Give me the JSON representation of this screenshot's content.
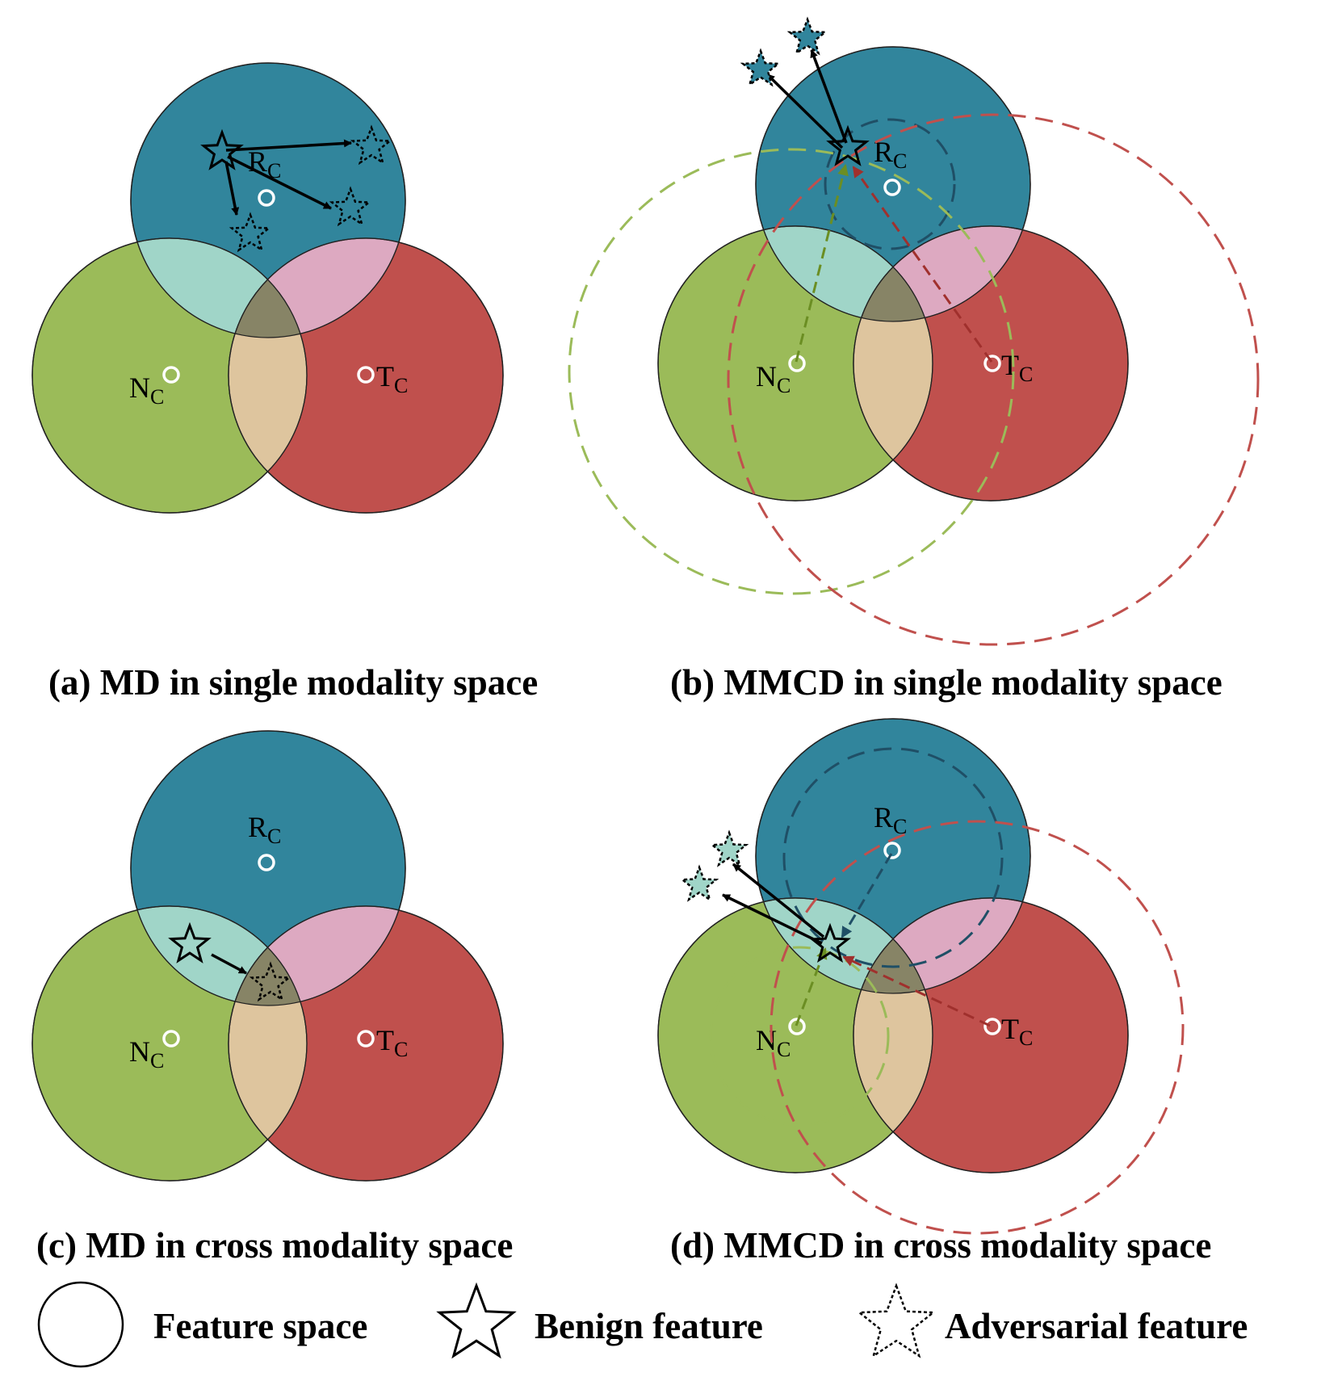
{
  "colors": {
    "r_circle": "#31859C",
    "n_circle": "#9BBB59",
    "t_circle": "#C0504D",
    "rn_overlap": "#A0D5C8",
    "rt_overlap": "#DDA9C1",
    "nt_overlap": "#DEC59E",
    "center_overlap": "#878466",
    "centroid_marker": "#FFFFFF",
    "dash_r": "#1F4F66",
    "dash_n": "#9BBB59",
    "dash_t": "#C0504D",
    "adv_star_fill": "#31859C",
    "adv_star_fill_cross": "#A0D5C8"
  },
  "labels": {
    "r": {
      "main": "R",
      "sub": "C"
    },
    "n": {
      "main": "N",
      "sub": "C"
    },
    "t": {
      "main": "T",
      "sub": "C"
    }
  },
  "panels": [
    {
      "id": "a",
      "caption": "(a) MD in single modality space"
    },
    {
      "id": "b",
      "caption": "(b) MMCD in single modality space"
    },
    {
      "id": "c",
      "caption": "(c) MD  in cross modality space"
    },
    {
      "id": "d",
      "caption": "(d) MMCD  in cross modality space"
    }
  ],
  "legend": {
    "feature_space": "Feature space",
    "benign_feature": "Benign feature",
    "adversarial_feature": "Adversarial feature",
    "icons": [
      "circle-icon",
      "benign-star-icon",
      "adversarial-star-icon"
    ]
  }
}
